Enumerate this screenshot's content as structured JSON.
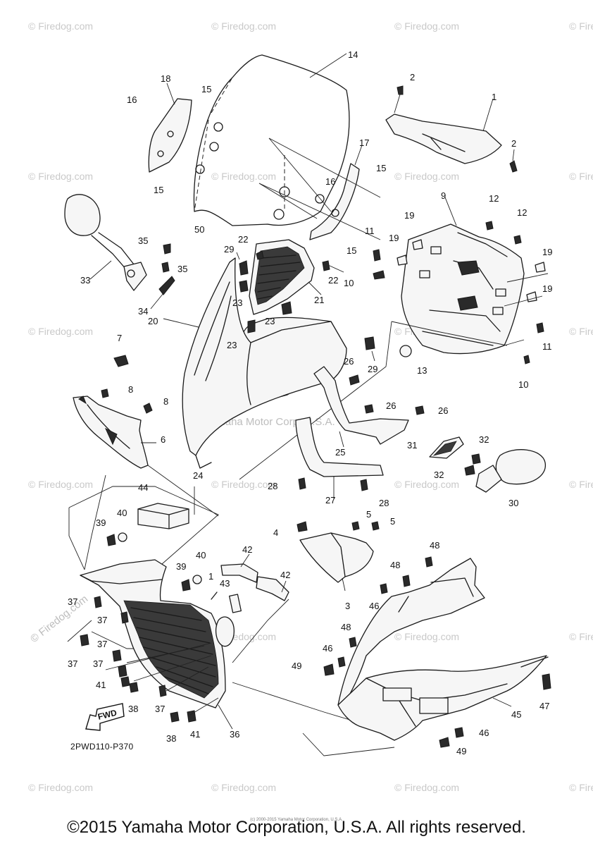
{
  "watermark": {
    "text": "© Firedog.com",
    "center_text": "Yamaha Motor Corp. U.S.A."
  },
  "diagram": {
    "code": "2PWD110-P370",
    "fwd_label": "FWD",
    "copyright": "©2015 Yamaha Motor Corporation, U.S.A. All rights reserved.",
    "tiny_copyright": "(c) 2000-2015 Yamaha Motor Corporation, U.S.A."
  },
  "callouts": [
    {
      "id": "c14",
      "label": "14"
    },
    {
      "id": "c2a",
      "label": "2"
    },
    {
      "id": "c1",
      "label": "1"
    },
    {
      "id": "c2b",
      "label": "2"
    },
    {
      "id": "c18",
      "label": "18"
    },
    {
      "id": "c15a",
      "label": "15"
    },
    {
      "id": "c16a",
      "label": "16"
    },
    {
      "id": "c15b",
      "label": "15"
    },
    {
      "id": "c17",
      "label": "17"
    },
    {
      "id": "c15c",
      "label": "15"
    },
    {
      "id": "c16b",
      "label": "16"
    },
    {
      "id": "c9",
      "label": "9"
    },
    {
      "id": "c12a",
      "label": "12"
    },
    {
      "id": "c12b",
      "label": "12"
    },
    {
      "id": "c19a",
      "label": "19"
    },
    {
      "id": "c19b",
      "label": "19"
    },
    {
      "id": "c19c",
      "label": "19"
    },
    {
      "id": "c19d",
      "label": "19"
    },
    {
      "id": "c50",
      "label": "50"
    },
    {
      "id": "c15d",
      "label": "15"
    },
    {
      "id": "c11a",
      "label": "11"
    },
    {
      "id": "c10a",
      "label": "10"
    },
    {
      "id": "c22a",
      "label": "22"
    },
    {
      "id": "c22b",
      "label": "22"
    },
    {
      "id": "c29a",
      "label": "29"
    },
    {
      "id": "c35a",
      "label": "35"
    },
    {
      "id": "c35b",
      "label": "35"
    },
    {
      "id": "c33",
      "label": "33"
    },
    {
      "id": "c34",
      "label": "34"
    },
    {
      "id": "c21",
      "label": "21"
    },
    {
      "id": "c23a",
      "label": "23"
    },
    {
      "id": "c23b",
      "label": "23"
    },
    {
      "id": "c23c",
      "label": "23"
    },
    {
      "id": "c20",
      "label": "20"
    },
    {
      "id": "c11b",
      "label": "11"
    },
    {
      "id": "c13",
      "label": "13"
    },
    {
      "id": "c10b",
      "label": "10"
    },
    {
      "id": "c29b",
      "label": "29"
    },
    {
      "id": "c7",
      "label": "7"
    },
    {
      "id": "c26a",
      "label": "26"
    },
    {
      "id": "c26b",
      "label": "26"
    },
    {
      "id": "c26c",
      "label": "26"
    },
    {
      "id": "c8a",
      "label": "8"
    },
    {
      "id": "c8b",
      "label": "8"
    },
    {
      "id": "c6",
      "label": "6"
    },
    {
      "id": "c25",
      "label": "25"
    },
    {
      "id": "c31",
      "label": "31"
    },
    {
      "id": "c32a",
      "label": "32"
    },
    {
      "id": "c32b",
      "label": "32"
    },
    {
      "id": "c24",
      "label": "24"
    },
    {
      "id": "c28a",
      "label": "28"
    },
    {
      "id": "c27",
      "label": "27"
    },
    {
      "id": "c28b",
      "label": "28"
    },
    {
      "id": "c30",
      "label": "30"
    },
    {
      "id": "c44",
      "label": "44"
    },
    {
      "id": "c40a",
      "label": "40"
    },
    {
      "id": "c39a",
      "label": "39"
    },
    {
      "id": "c4",
      "label": "4"
    },
    {
      "id": "c5a",
      "label": "5"
    },
    {
      "id": "c5b",
      "label": "5"
    },
    {
      "id": "c42a",
      "label": "42"
    },
    {
      "id": "c48a",
      "label": "48"
    },
    {
      "id": "c39b",
      "label": "39"
    },
    {
      "id": "c40b",
      "label": "40"
    },
    {
      "id": "c1b",
      "label": "1"
    },
    {
      "id": "c42b",
      "label": "42"
    },
    {
      "id": "c48b",
      "label": "48"
    },
    {
      "id": "c43",
      "label": "43"
    },
    {
      "id": "c3",
      "label": "3"
    },
    {
      "id": "c46a",
      "label": "46"
    },
    {
      "id": "c37a",
      "label": "37"
    },
    {
      "id": "c37b",
      "label": "37"
    },
    {
      "id": "c48c",
      "label": "48"
    },
    {
      "id": "c37c",
      "label": "37"
    },
    {
      "id": "c37d",
      "label": "37"
    },
    {
      "id": "c46b",
      "label": "46"
    },
    {
      "id": "c37e",
      "label": "37"
    },
    {
      "id": "c49a",
      "label": "49"
    },
    {
      "id": "c41a",
      "label": "41"
    },
    {
      "id": "c38a",
      "label": "38"
    },
    {
      "id": "c37f",
      "label": "37"
    },
    {
      "id": "c47",
      "label": "47"
    },
    {
      "id": "c45",
      "label": "45"
    },
    {
      "id": "c38b",
      "label": "38"
    },
    {
      "id": "c41b",
      "label": "41"
    },
    {
      "id": "c36",
      "label": "36"
    },
    {
      "id": "c46c",
      "label": "46"
    },
    {
      "id": "c49b",
      "label": "49"
    }
  ]
}
